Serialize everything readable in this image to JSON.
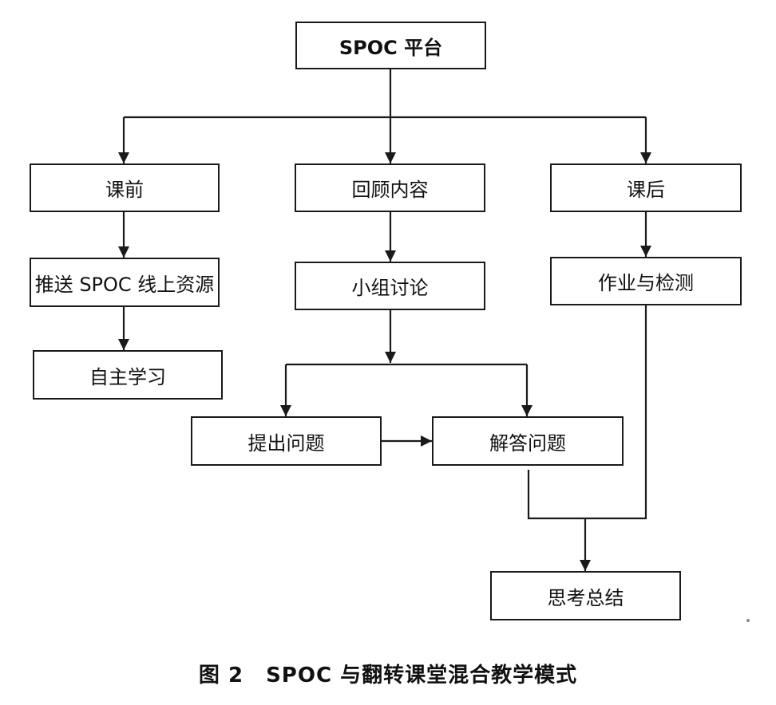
{
  "nodes": {
    "platform": "SPOC 平台",
    "pre_class": "课前",
    "review": "回顾内容",
    "post_class": "课后",
    "push_resources": "推送 SPOC 线上资源",
    "group_discussion": "小组讨论",
    "homework_test": "作业与检测",
    "self_study": "自主学习",
    "raise_questions": "提出问题",
    "answer_questions": "解答问题",
    "summary": "思考总结"
  },
  "caption": {
    "figure_number": "图 2",
    "title": "SPOC 与翻转课堂混合教学模式"
  }
}
